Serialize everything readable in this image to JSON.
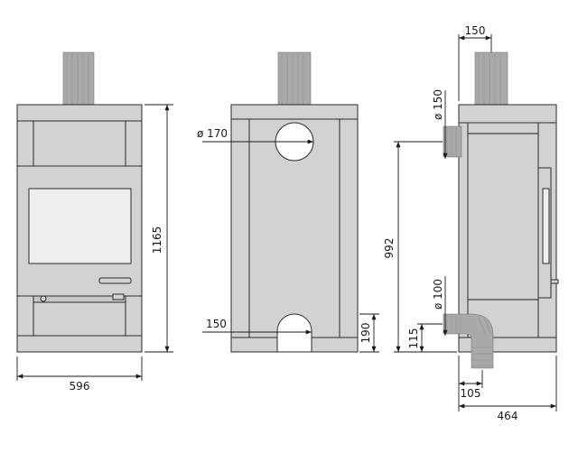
{
  "front_view": {
    "width_label": "596",
    "height_label": "1165"
  },
  "back_view": {
    "top_outlet_label": "ø 170",
    "bottom_inlet_width_label": "150",
    "bottom_inlet_height_label": "190"
  },
  "side_view": {
    "top_offset_label": "150",
    "flue_diameter_label": "ø 150",
    "flue_height_label": "992",
    "air_diameter_label": "ø 100",
    "air_height_label": "115",
    "air_offset_label": "105",
    "depth_label": "464"
  }
}
